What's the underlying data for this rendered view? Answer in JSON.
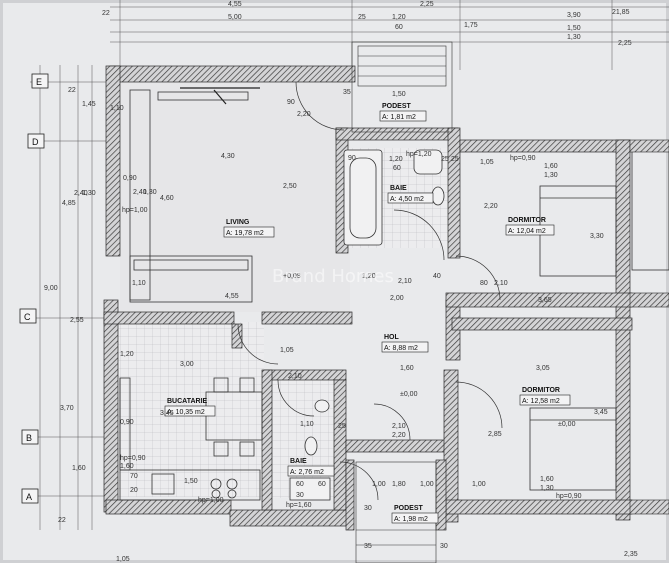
{
  "watermark": "Brand Homes",
  "axes": [
    "E",
    "D",
    "C",
    "B",
    "A"
  ],
  "rooms": {
    "podest_top": {
      "name": "PODEST",
      "area": "A: 1,81 m2"
    },
    "baie_top": {
      "name": "BAIE",
      "area": "A: 4,50 m2"
    },
    "living": {
      "name": "LIVING",
      "area": "A: 19,78 m2"
    },
    "dormitor_top": {
      "name": "DORMITOR",
      "area": "A: 12,04 m2"
    },
    "hol": {
      "name": "HOL",
      "area": "A: 8,88 m2"
    },
    "bucatarie": {
      "name": "BUCATARIE",
      "area": "A: 10,35 m2"
    },
    "dormitor_bottom": {
      "name": "DORMITOR",
      "area": "A: 12,58 m2"
    },
    "baie_bottom": {
      "name": "BAIE",
      "area": "A: 2,76 m2"
    },
    "podest_bottom": {
      "name": "PODEST",
      "area": "A: 1,98 m2"
    }
  },
  "dims": {
    "top_455": "4,55",
    "top_225": "2,25",
    "top_500": "5,00",
    "top_25a": "25",
    "top_120": "1,20",
    "top_60": "60",
    "top_175": "1,75",
    "top_390": "3,90",
    "top_2185": "21,85",
    "top_150": "1,50",
    "top_130": "1,30",
    "top_225b": "2,25",
    "top_22": "22",
    "pod_150": "1,50",
    "pod_35": "35",
    "liv_430": "4,30",
    "liv_90": "90",
    "liv_220": "2,20",
    "liv_250": "2,50",
    "liv_455": "4,55",
    "liv_460": "4,60",
    "liv_110": "1,10",
    "liv_240": "2,40",
    "liv_130": "1,30",
    "liv_090": "0,90",
    "liv_hp": "hp=1,00",
    "liv_008": "+0,08",
    "baie_120": "1,20",
    "baie_hp120": "hp=1,20",
    "baie_60": "60",
    "baie_90": "90",
    "baie_25a": "25",
    "baie_25b": "25",
    "hol_200": "2,00",
    "hol_210": "2,10",
    "hol_40": "40",
    "hol_80": "80",
    "hol_210b": "2,10",
    "hol_120": "1,20",
    "dorm_105": "1,05",
    "dorm_hp090": "hp=0,90",
    "dorm_160": "1,60",
    "dorm_130": "1,30",
    "dorm_220": "2,20",
    "dorm_330": "3,30",
    "dorm_365": "3,65",
    "left_485": "4,85",
    "left_240": "2,40",
    "left_130": "1,30",
    "left_900": "9,00",
    "left_255": "2,55",
    "left_370": "3,70",
    "left_160": "1,60",
    "left_22": "22",
    "left_145": "1,45",
    "left_110": "1,10",
    "left_22b": "22",
    "buc_300": "3,00",
    "buc_345": "3,45",
    "buc_090": "0,90",
    "buc_hp": "hp=0,90",
    "buc_120": "1,20",
    "buc_160": "1,60",
    "buc_70": "70",
    "buc_20": "20",
    "buc_150": "1,50",
    "buc_hp100": "hp=1,00",
    "buc_105": "1,05",
    "buc_210": "2,10",
    "bb_110": "1,10",
    "bb_60": "60",
    "bb_30": "30",
    "bb_60b": "60",
    "bb_hp": "hp=1,60",
    "bb_25": "25",
    "hol_000": "±0,00",
    "hol_210c": "2,10",
    "hol_220": "2,20",
    "hol_100": "1,00",
    "hol_160": "1,60",
    "hol_100b": "1,00",
    "dorm2_305": "3,05",
    "dorm2_000": "±0,00",
    "dorm2_345": "3,45",
    "dorm2_285": "2,85",
    "dorm2_100": "1,00",
    "dorm2_160": "1,60",
    "dorm2_130": "1,30",
    "dorm2_hp": "hp=0,90",
    "pb_180": "1,80",
    "pb_30": "30",
    "pb_35": "35",
    "pb_30b": "30",
    "bot_105": "1,05",
    "bot_235": "2,35"
  },
  "colors": {
    "paper": "#e9eaec",
    "line": "#2a2a2a",
    "hatch": "#555555"
  }
}
